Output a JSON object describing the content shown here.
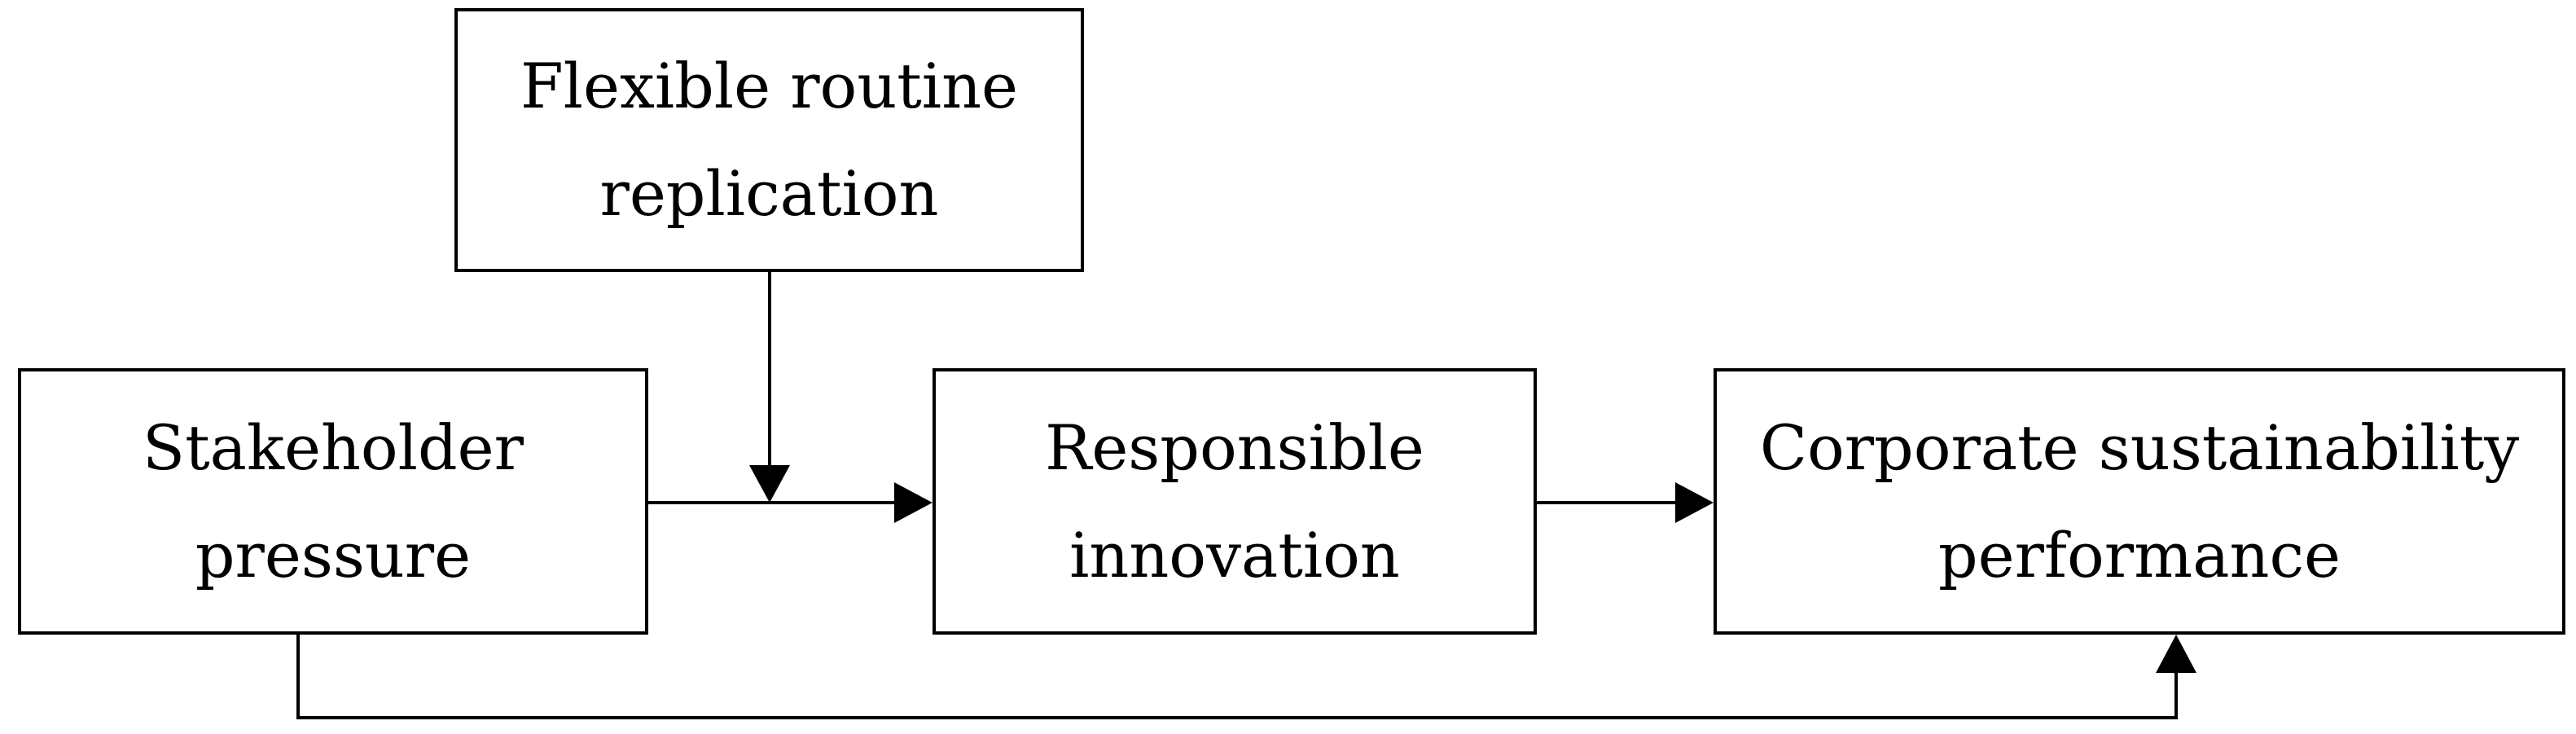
{
  "diagram": {
    "nodes": {
      "moderator": {
        "label": "Flexible routine\nreplication"
      },
      "independent": {
        "label": "Stakeholder\npressure"
      },
      "mediator": {
        "label": "Responsible\ninnovation"
      },
      "dependent": {
        "label": "Corporate sustainability\nperformance"
      }
    },
    "edges": [
      {
        "from": "independent",
        "to": "mediator"
      },
      {
        "from": "mediator",
        "to": "dependent"
      },
      {
        "from": "moderator",
        "to": "independent-mediator-path"
      },
      {
        "from": "independent",
        "to": "dependent"
      }
    ],
    "colors": {
      "stroke": "#000000",
      "fill": "#ffffff"
    }
  }
}
